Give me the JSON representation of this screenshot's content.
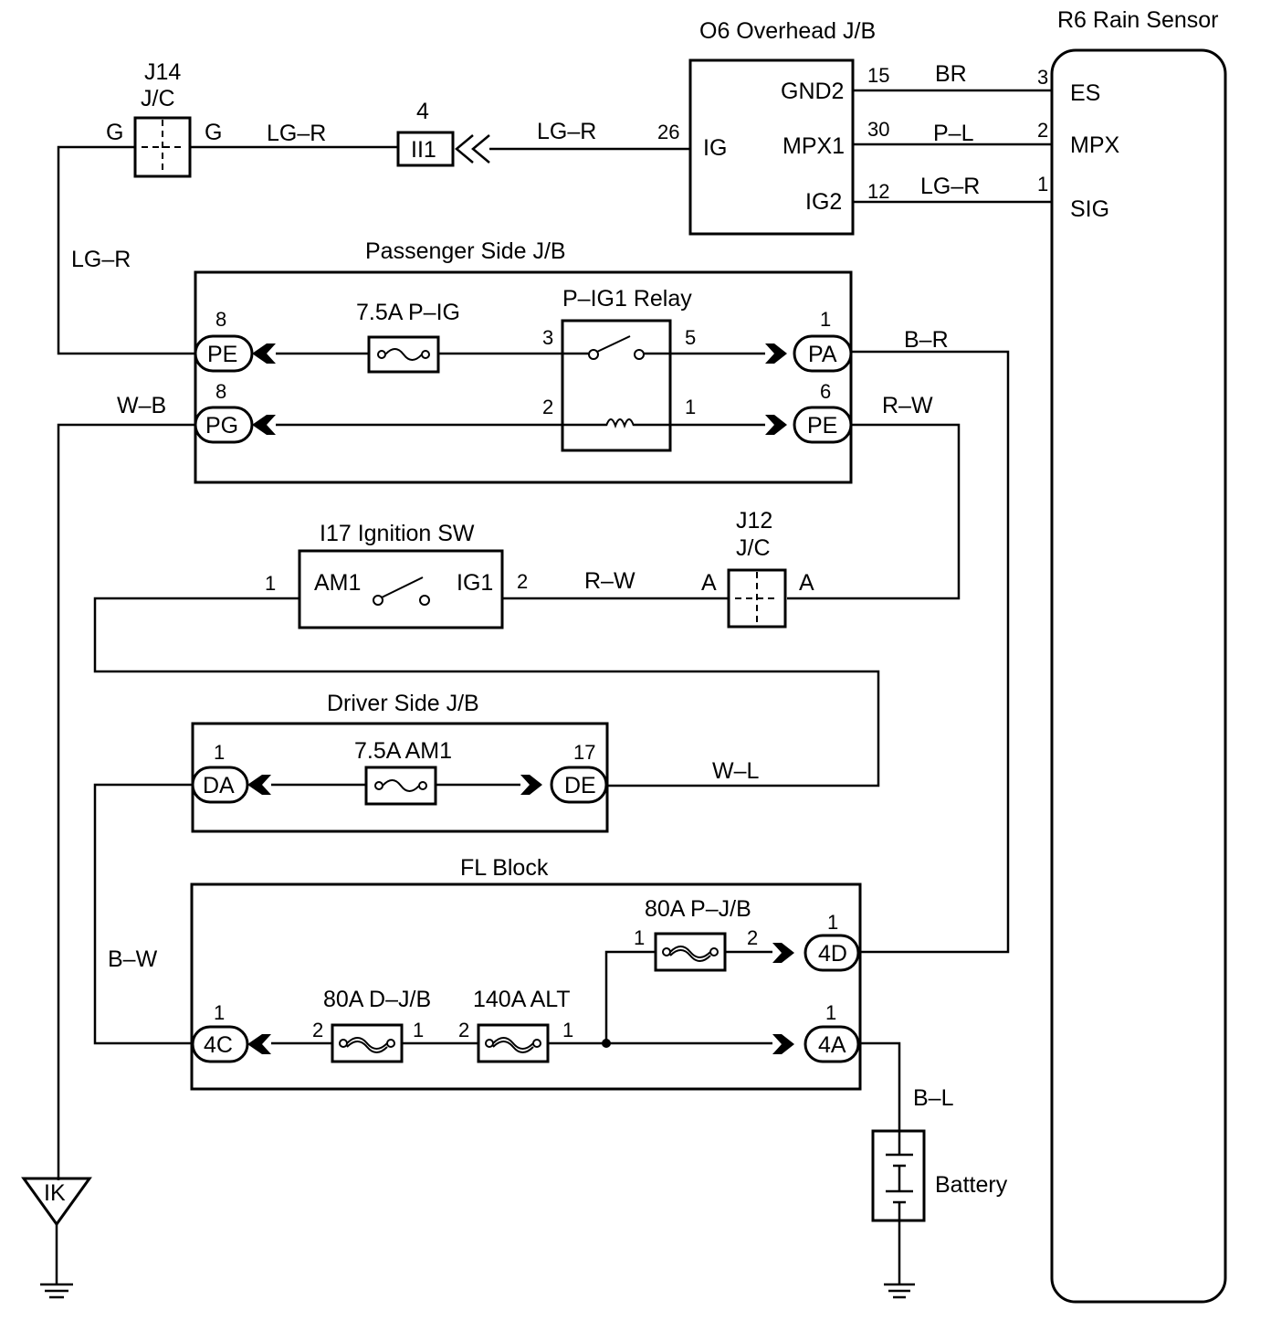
{
  "components": {
    "overhead_jb": {
      "title": "O6 Overhead J/B",
      "pin_ig": "IG",
      "pin_gnd2": "GND2",
      "pin_mpx1": "MPX1",
      "pin_ig2": "IG2",
      "n_ig": "26",
      "n_gnd2": "15",
      "n_mpx1": "30",
      "n_ig2": "12"
    },
    "rain_sensor": {
      "title": "R6 Rain Sensor",
      "pin_es": "ES",
      "pin_mpx": "MPX",
      "pin_sig": "SIG",
      "n_es": "3",
      "n_mpx": "2",
      "n_sig": "1"
    },
    "j14": {
      "line1": "J14",
      "line2": "J/C",
      "left": "G",
      "right": "G"
    },
    "ii1": {
      "label": "II1",
      "num": "4"
    },
    "passenger_jb": {
      "title": "Passenger Side J/B",
      "fuse": "7.5A P–IG",
      "relay": "P–IG1 Relay",
      "pe_top": "PE",
      "pe_top_num": "8",
      "pg": "PG",
      "pg_num": "8",
      "pa": "PA",
      "pa_num": "1",
      "pe_right": "PE",
      "pe_right_num": "6",
      "relay_p3": "3",
      "relay_p5": "5",
      "relay_p2": "2",
      "relay_p1": "1"
    },
    "ignition_sw": {
      "title": "I17 Ignition SW",
      "am1": "AM1",
      "ig1": "IG1",
      "n_left": "1",
      "n_right": "2"
    },
    "j12": {
      "line1": "J12",
      "line2": "J/C",
      "left": "A",
      "right": "A"
    },
    "driver_jb": {
      "title": "Driver Side J/B",
      "fuse": "7.5A AM1",
      "da": "DA",
      "da_num": "1",
      "de": "DE",
      "de_num": "17"
    },
    "fl_block": {
      "title": "FL Block",
      "fuse_pjb": "80A P–J/B",
      "fuse_djb": "80A D–J/B",
      "fuse_alt": "140A ALT",
      "c4d": "4D",
      "c4d_num": "1",
      "c4a": "4A",
      "c4a_num": "1",
      "c4c": "4C",
      "c4c_num": "1",
      "pjb_in": "1",
      "pjb_out": "2",
      "djb_in": "2",
      "djb_out": "1",
      "alt_in": "2",
      "alt_out": "1"
    },
    "battery": {
      "label": "Battery"
    },
    "ground": {
      "label": "IK"
    }
  },
  "wires": {
    "lgr_top_left": "LG–R",
    "lgr_top_right": "LG–R",
    "lgr_left": "LG–R",
    "br": "BR",
    "pl": "P–L",
    "lgr_sig": "LG–R",
    "wb": "W–B",
    "br_right": "B–R",
    "rw_right": "R–W",
    "rw_mid": "R–W",
    "wl": "W–L",
    "bw": "B–W",
    "bl": "B–L"
  }
}
